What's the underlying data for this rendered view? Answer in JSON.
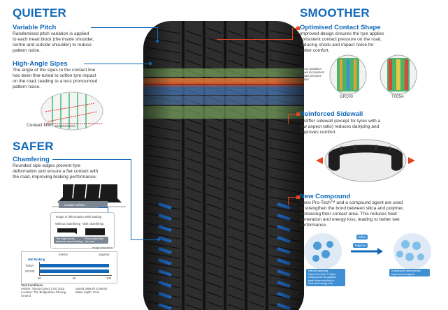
{
  "colors": {
    "blue": "#1268b8",
    "orange": "#e8431f",
    "tyre": "#2b2b2b"
  },
  "quieter": {
    "heading": "QUIETER",
    "variable_pitch": {
      "title": "Variable Pitch",
      "text": [
        "Randomised pitch variation is applied",
        "to each tread block (the inside shoulder,",
        "centre and outside shoulder) to reduce",
        "pattern noise."
      ]
    },
    "sipes": {
      "title": "High-Angle Sipes",
      "text": [
        "The angle of the sipes to the contact line",
        "has been fine-tuned to soften tyre impact",
        "on the road, leading to a less pronounced",
        "pattern noise."
      ],
      "contact_line": "Contact line"
    }
  },
  "safer": {
    "heading": "SAFER",
    "chamfering": {
      "title": "Chamfering",
      "text": [
        "Rounded sipe edges prevent tyre",
        "deformation and ensure a flat contact with",
        "the road, improving braking performance."
      ],
      "contact_surface": "Contact surface",
      "deformation_title": "Image of deformation while braking",
      "without": "Without chamfering",
      "with": "With chamfering",
      "without_caption": "The edge curves inward to cause floating",
      "with_caption": "Flat contact with the road",
      "image_illustration": "Image illustration"
    },
    "braking_chart": {
      "title": "Wet Braking",
      "inferior": "Inferior",
      "superior": "Superior",
      "rows": [
        "T005A",
        "GR100"
      ],
      "tick_labels": [
        "90",
        "95",
        "100"
      ]
    },
    "test_conditions": {
      "title": "Test Conditions",
      "lines": [
        "Vehicle: Toyota Camry 2.0G 2015",
        "Location: The Bridgestone Proving Ground"
      ],
      "lines_right": [
        "Speed: 80km/h to 0km/h",
        "Water depth: 2mm"
      ]
    }
  },
  "smoother": {
    "heading": "SMOOTHER",
    "contact_shape": {
      "title": "Optimised Contact Shape",
      "text": [
        "Improved design ensures the tyre applies",
        "consistent contact pressure on the road,",
        "reducing shock and impact noise for",
        "better comfort."
      ],
      "gradation_note": [
        "Colour gradation",
        "shows inconsistent",
        "contact pressure",
        "on tyre"
      ],
      "label_left": "GR100",
      "label_right": "T005A"
    },
    "sidewall": {
      "title": "Reinforced Sidewall",
      "text": [
        "A stiffer sidewall (except for tyres with a",
        "low aspect ratio) reduces damping and",
        "improves comfort."
      ]
    },
    "compound": {
      "title": "New Compound",
      "text": [
        "Nano Pro-Tech™ and a compound agent are used",
        "to strengthen the bond between silica and polymer,",
        "increasing their contact area. This reduces heat",
        "generation and energy loss, leading to better wet",
        "performance."
      ],
      "silica": "Silica",
      "polymer": "Polymer",
      "box_left": [
        "Without applying",
        "Nano Pro-Tech™ silica",
        "compounds rub against",
        "each other resulting in",
        "heat and energy loss"
      ],
      "box_right": [
        "Sustainable dispersibility",
        "improvement agent"
      ]
    }
  }
}
